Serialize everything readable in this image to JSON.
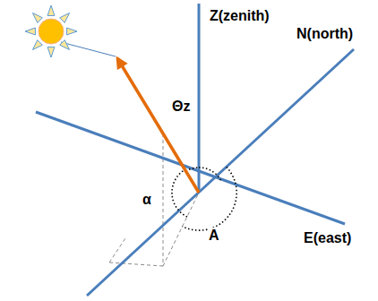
{
  "diagram": {
    "labels": [
      "Z(zenith)",
      "N(north)",
      "Θz",
      "α",
      "A",
      "E(east)"
    ]
  }
}
